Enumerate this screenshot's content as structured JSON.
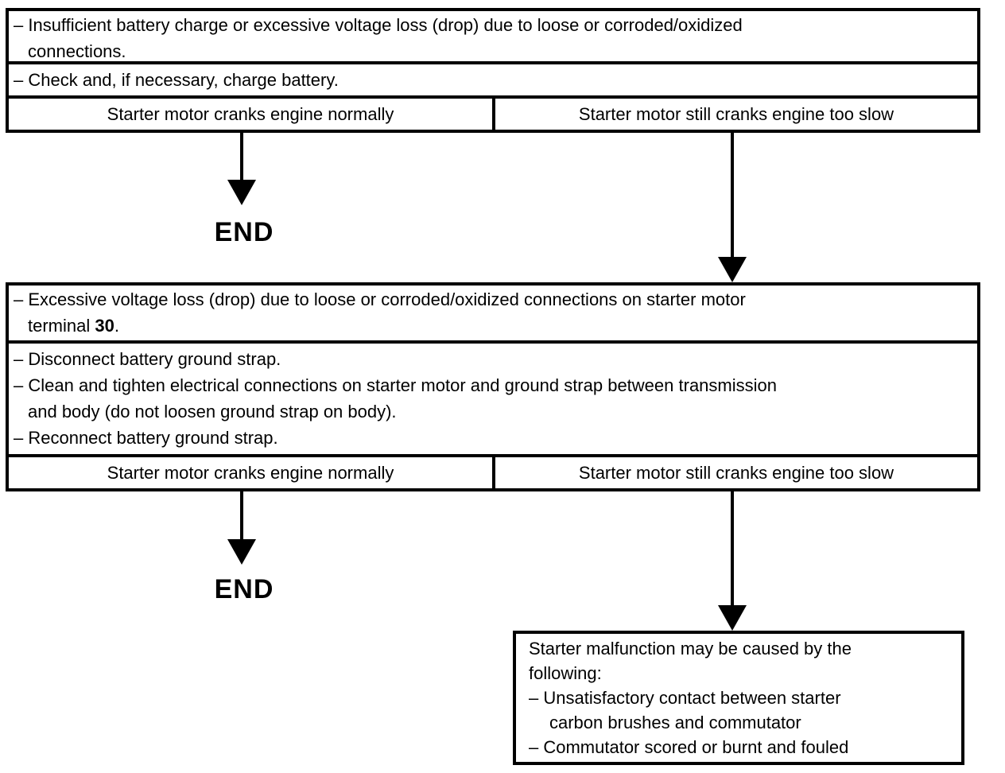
{
  "box1": {
    "row1": {
      "line1": "– Insufficient battery charge or excessive voltage loss (drop) due to loose or corroded/oxidized",
      "line2": "connections."
    },
    "row2": "– Check and, if necessary, charge battery.",
    "outcome_left": "Starter motor cranks engine normally",
    "outcome_right": "Starter motor still cranks engine too slow"
  },
  "end1": "END",
  "box2": {
    "row1": {
      "line1": "– Excessive voltage loss (drop) due to loose or corroded/oxidized connections on starter motor",
      "line2_prefix": "terminal ",
      "line2_bold": "30",
      "line2_suffix": "."
    },
    "row2": {
      "line1": "– Disconnect battery ground strap.",
      "line2": "– Clean and tighten electrical connections on starter motor and ground strap between transmission",
      "line3": "and body (do not loosen ground strap on body).",
      "line4": "– Reconnect battery ground strap."
    },
    "outcome_left": "Starter motor cranks engine normally",
    "outcome_right": "Starter motor still cranks engine too slow"
  },
  "end2": "END",
  "box3": {
    "line1": "Starter malfunction may be caused by the",
    "line2": "following:",
    "line3": "– Unsatisfactory contact between starter",
    "line4": "carbon brushes and commutator",
    "line5": "– Commutator scored or burnt and fouled"
  },
  "colors": {
    "ink": "#000000",
    "paper": "#ffffff"
  }
}
